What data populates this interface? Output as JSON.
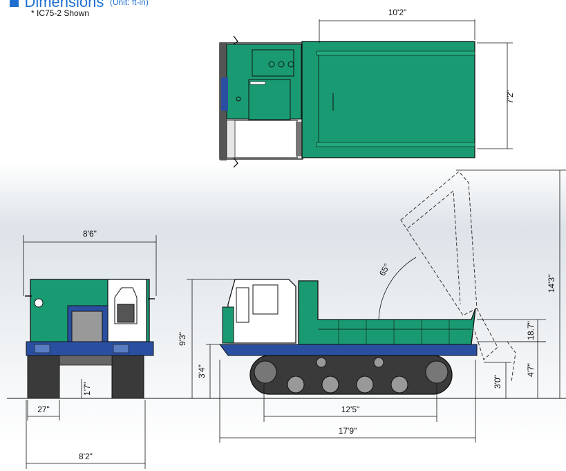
{
  "header": {
    "title": "Dimensions",
    "unit": "(Unit: ft-in)",
    "note": "* IC75-2 Shown"
  },
  "dimensions": {
    "top_length": "10'2\"",
    "top_width": "7'2\"",
    "front_width": "8'6\"",
    "track_width": "27\"",
    "ground_clearance": "1'7\"",
    "overall_width_tracks": "8'2\"",
    "overall_height": "9'3\"",
    "deck_height": "3'4\"",
    "dump_angle": "65°",
    "tumbler_distance": "12'5\"",
    "overall_length": "17'9\"",
    "max_dump_height": "14'3\"",
    "bed_height": "18.7\"",
    "dump_reach_height": "4'7\"",
    "tail_clearance": "3'0\""
  },
  "colors": {
    "body_green": "#1a9a72",
    "track_dark": "#3a3a3a",
    "accent_blue": "#1e6fd0",
    "frame_blue": "#2a4fa0"
  }
}
